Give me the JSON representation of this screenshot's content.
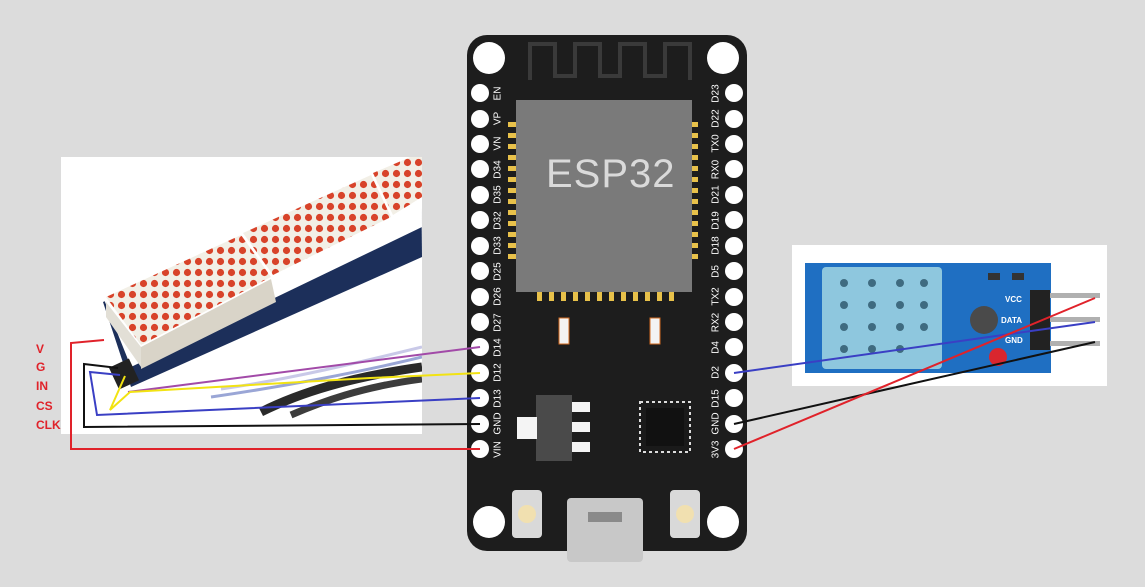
{
  "board": {
    "name": "ESP32",
    "left_pins": [
      "EN",
      "VP",
      "VN",
      "D34",
      "D35",
      "D32",
      "D33",
      "D25",
      "D26",
      "D27",
      "D14",
      "D12",
      "D13",
      "GND",
      "VIN"
    ],
    "right_pins": [
      "D23",
      "D22",
      "TX0",
      "RX0",
      "D21",
      "D19",
      "D18",
      "D5",
      "TX2",
      "RX2",
      "D4",
      "D2",
      "D15",
      "GND",
      "3V3"
    ]
  },
  "matrix_module": {
    "pin_labels": [
      "V",
      "G",
      "IN",
      "CS",
      "CLK"
    ]
  },
  "sensor_module": {
    "pin_labels": [
      "VCC",
      "DATA",
      "GND"
    ]
  },
  "colors": {
    "board": "#1d1d1d",
    "chip": "#7a7a7a",
    "pad": "#e8c14a",
    "wire_red": "#e0222a",
    "wire_black": "#111111",
    "wire_blue": "#3a3fc4",
    "wire_yellow": "#f2e312",
    "wire_purple": "#a24aa8",
    "sensor_pcb": "#1f6fc2",
    "sensor_body": "#8ec7de"
  }
}
